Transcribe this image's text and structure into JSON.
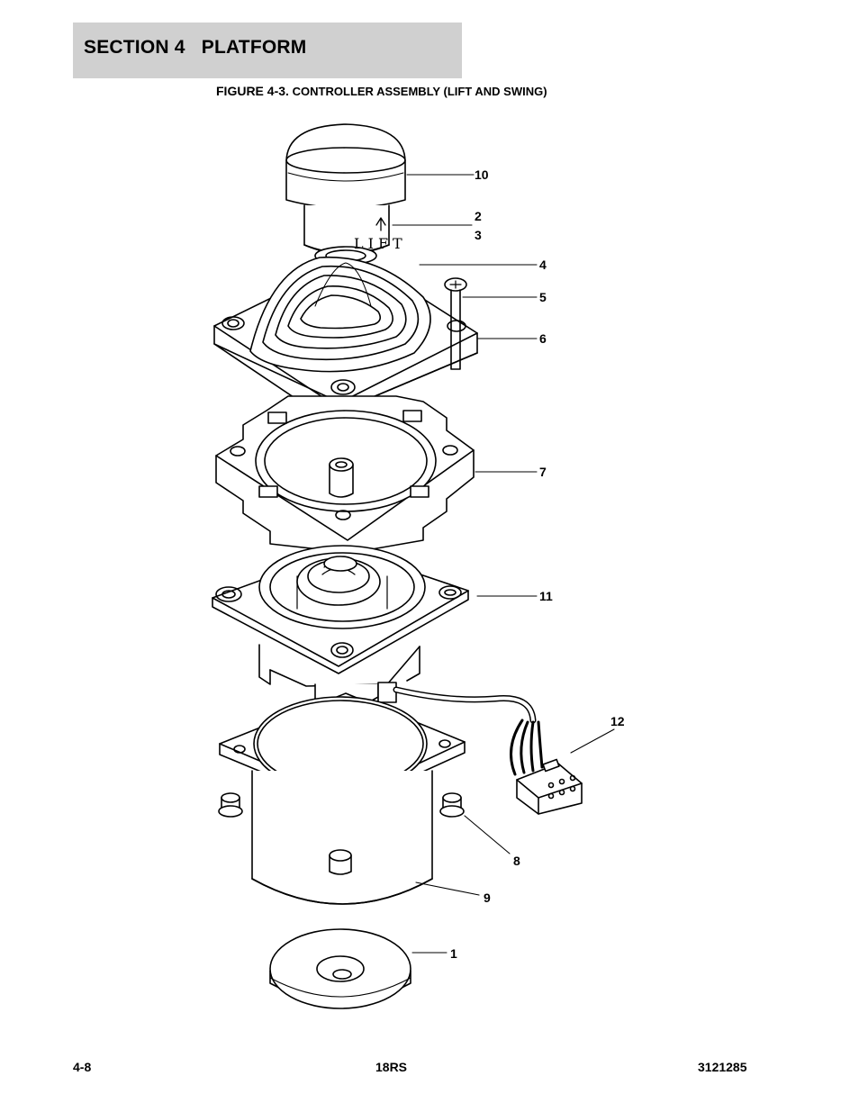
{
  "header": {
    "section_title": "SECTION 4   PLATFORM"
  },
  "figure": {
    "number": "FIGURE 4-3.",
    "title": "CONTROLLER ASSEMBLY (LIFT AND SWING)"
  },
  "callouts": {
    "c10": "10",
    "c2": "2",
    "c3": "3",
    "c4": "4",
    "c5": "5",
    "c6": "6",
    "c7": "7",
    "c11": "11",
    "c12": "12",
    "c8": "8",
    "c9": "9",
    "c1": "1"
  },
  "handle_label": "LIFT",
  "footer": {
    "page": "4-8",
    "model": "18RS",
    "doc_number": "3121285"
  }
}
